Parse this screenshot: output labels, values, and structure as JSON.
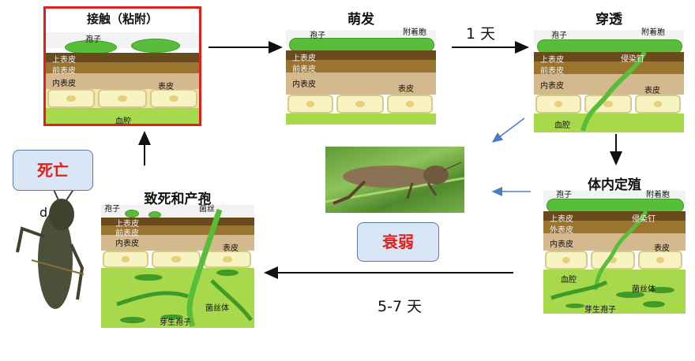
{
  "stages": {
    "contact": {
      "title": "接触（粘附）",
      "labels": {
        "spore": "孢子",
        "upper_epi": "上表皮",
        "pro_epi": "前表皮",
        "endo_epi": "内表皮",
        "epidermis": "表皮",
        "haemocoel": "血腔"
      }
    },
    "germination": {
      "title": "萌发",
      "labels": {
        "spore": "孢子",
        "appressorium": "附着胞",
        "upper_epi": "上表皮",
        "pro_epi": "前表皮",
        "endo_epi": "内表皮",
        "epidermis": "表皮"
      }
    },
    "penetration": {
      "title": "穿透",
      "labels": {
        "spore": "孢子",
        "appressorium": "附着胞",
        "upper_epi": "上表皮",
        "peg": "侵染钉",
        "pro_epi": "前表皮",
        "endo_epi": "内表皮",
        "epidermis": "表皮",
        "haemocoel": "血腔"
      }
    },
    "colonization": {
      "title": "体内定殖",
      "labels": {
        "spore": "孢子",
        "appressorium": "附着胞",
        "upper_epi": "上表皮",
        "peg": "侵染钉",
        "outer_epi": "外表皮",
        "endo_epi": "内表皮",
        "epidermis": "表皮",
        "haemocoel": "血腔",
        "mycelium": "菌丝体",
        "budding": "芽生孢子"
      }
    },
    "lethal": {
      "title": "致死和产孢",
      "labels": {
        "spore": "孢子",
        "hypha": "菌丝",
        "upper_epi": "上表皮",
        "pro_epi": "前表皮",
        "endo_epi": "内表皮",
        "epidermis": "表皮",
        "mycelium": "菌丝体",
        "budding": "芽生孢子"
      }
    }
  },
  "arrows": {
    "day1": "1 天",
    "day5_7": "5-7 天"
  },
  "status": {
    "dead": "死亡",
    "weak": "衰弱"
  },
  "misc": {
    "letter_d": "d"
  },
  "colors": {
    "highlight": "#e0201a",
    "green": "#58be3a",
    "haemocoel": "#a8d84c",
    "cuticle_dark": "#6a4b1e",
    "box_fill": "#d9e6f6"
  }
}
